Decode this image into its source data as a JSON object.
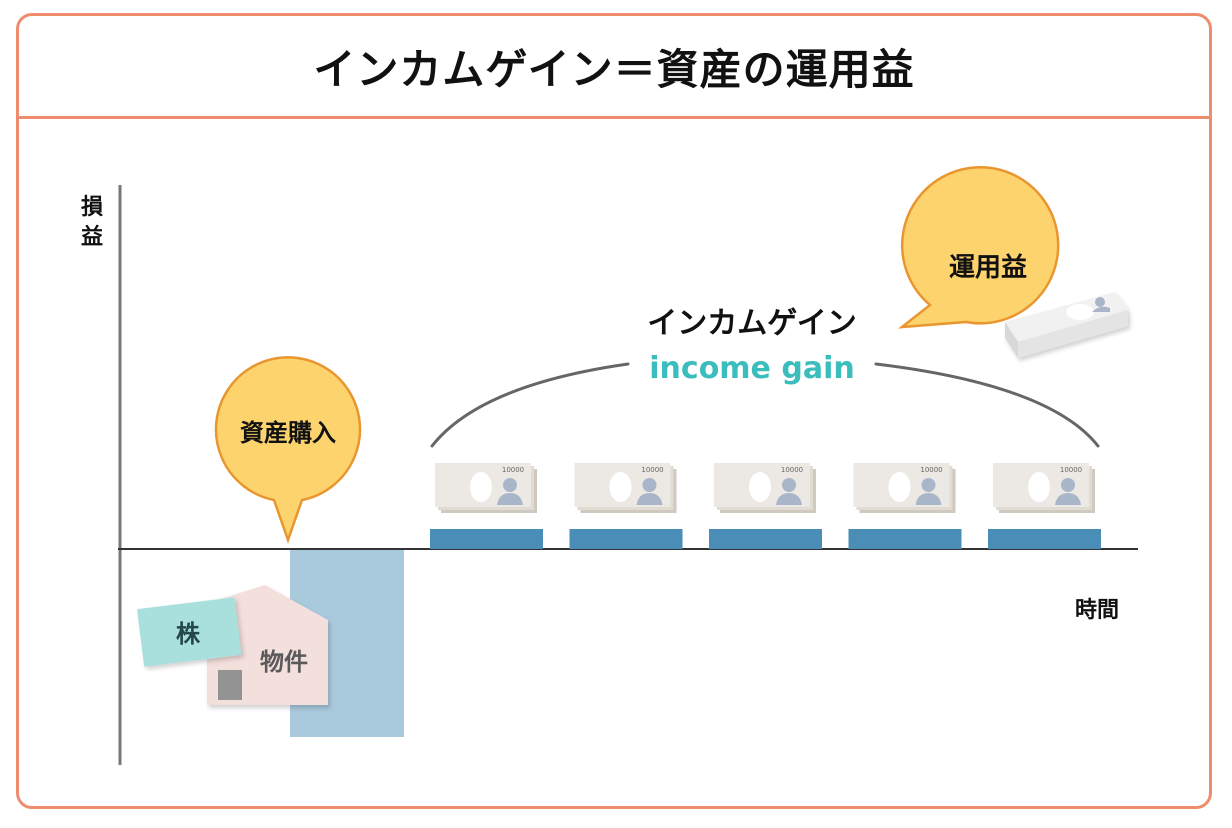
{
  "title": "インカムゲイン＝資産の運用益",
  "axes": {
    "y_label_line1": "損",
    "y_label_line2": "益",
    "x_label": "時間"
  },
  "purchase": {
    "bubble_label": "資産購入",
    "stock_label": "株",
    "property_label": "物件"
  },
  "income": {
    "label_ja": "インカムゲイン",
    "label_en": "income gain",
    "bubble_label": "運用益",
    "banknote_denomination": "10000",
    "periods": 5
  },
  "colors": {
    "frame": "#ef8c6e",
    "bubble_fill": "#fdd36e",
    "bubble_stroke": "#e9962f",
    "income_bar": "#4a8db7",
    "purchase_bar": "#a9c9dd",
    "income_text": "#3bbdbd",
    "stock_card": "#a9e0de",
    "house": "#f3dfdb"
  }
}
